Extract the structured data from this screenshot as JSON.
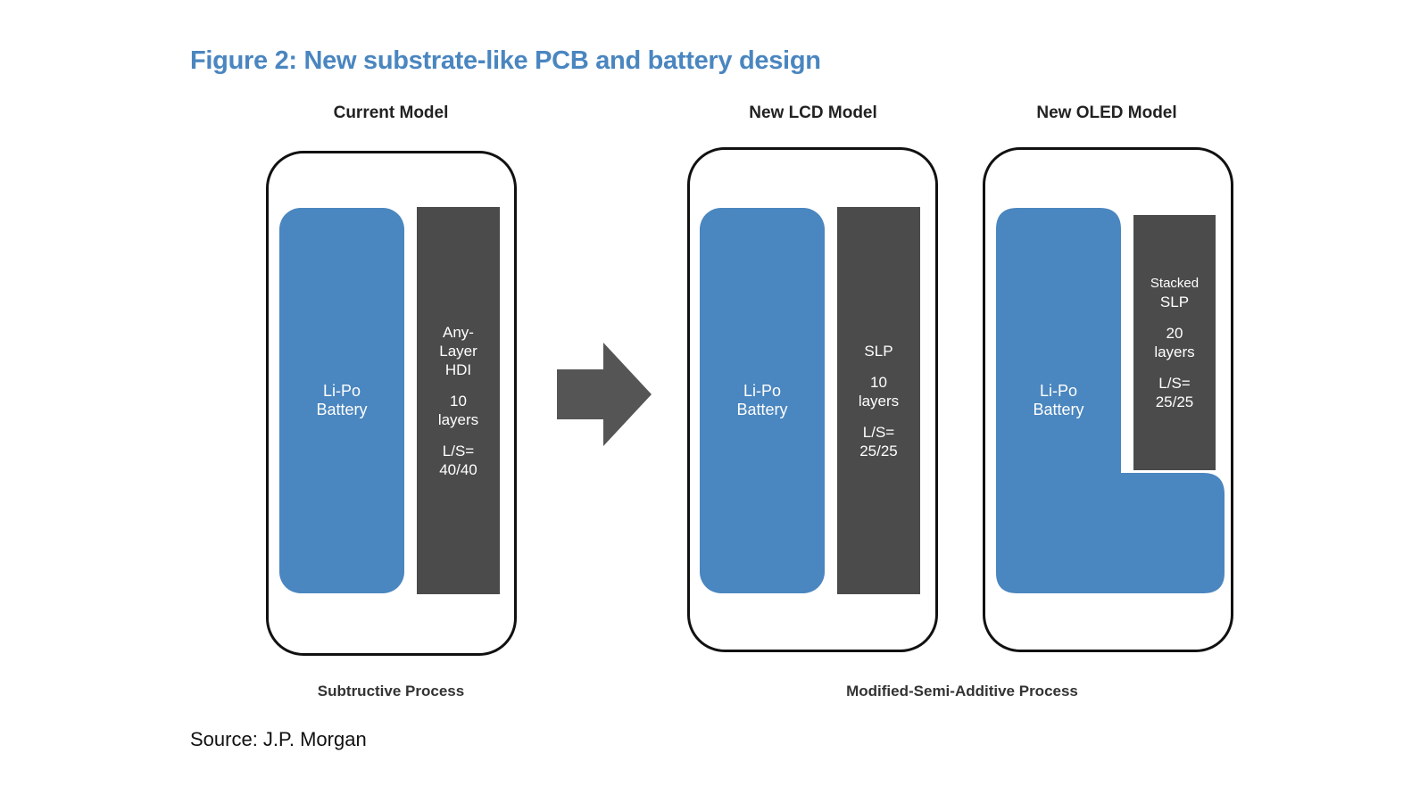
{
  "title": "Figure 2: New substrate-like PCB and battery design",
  "models": [
    {
      "label": "Current Model",
      "battery": [
        "Li-Po",
        "Battery"
      ],
      "pcb": [
        "Any-",
        "Layer",
        "HDI",
        "",
        "10",
        "layers",
        "",
        "L/S=",
        "40/40"
      ]
    },
    {
      "label": "New LCD Model",
      "battery": [
        "Li-Po",
        "Battery"
      ],
      "pcb": [
        "SLP",
        "",
        "10",
        "layers",
        "",
        "L/S=",
        "25/25"
      ]
    },
    {
      "label": "New OLED Model",
      "battery": [
        "Li-Po",
        "Battery"
      ],
      "pcb": [
        "Stacked",
        "SLP",
        "",
        "20",
        "layers",
        "",
        "L/S=",
        "25/25"
      ]
    }
  ],
  "processes": {
    "left": "Subtructive Process",
    "right": "Modified-Semi-Additive Process"
  },
  "source": "Source: J.P. Morgan",
  "colors": {
    "title": "#4a86c0",
    "battery": "#4a86bf",
    "pcb": "#4b4b4b",
    "arrow": "#555555"
  }
}
